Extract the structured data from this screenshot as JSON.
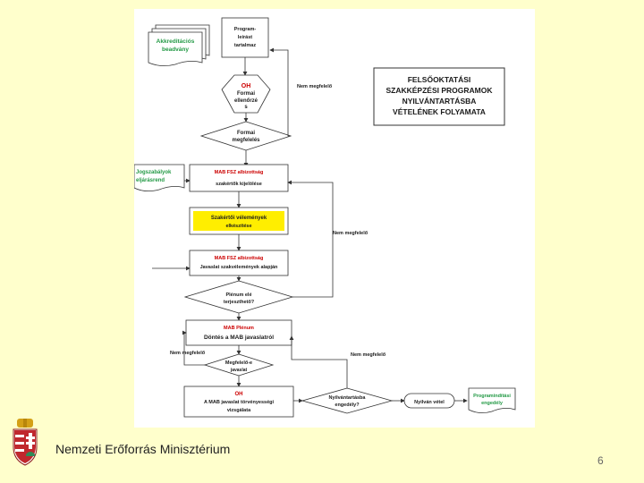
{
  "colors": {
    "slide_bg": "#ffffcc",
    "highlight": "#ffee00",
    "red_text": "#cc0000",
    "green_text": "#229944",
    "blue_text": "#2a6ab0",
    "arrow": "#333333"
  },
  "flow": {
    "title_lines": [
      "FELSŐOKTATÁSI",
      "SZAKKÉPZÉSI PROGRAMOK",
      "NYILVÁNTARTÁSBA",
      "VÉTELÉNEK FOLYAMATA"
    ],
    "akkreditacios": [
      "Akkreditációs",
      "beadvány"
    ],
    "programleiras": [
      "Program-",
      "leírást",
      "tartalmaz"
    ],
    "oh_label": "OH",
    "formai_ellenorzes": [
      "Formai",
      "ellenőrzé",
      "s"
    ],
    "formai_megfeleles": [
      "Formai",
      "megfelelés"
    ],
    "nem_megfelelo_1": "Nem megfelelő",
    "jogszabalyok": [
      "Jogszabályok",
      "eljárásrend"
    ],
    "mab_1_label": "MAB FSZ albizottság",
    "mab_1_text": "szakértők kijelölése",
    "szakertoi_velemenyek": [
      "Szakértői vélemények",
      "elkészítése"
    ],
    "nem_megfelelo_2": "Nem megfelelő",
    "mab_2_label": "MAB FSZ albizottság",
    "mab_2_text": "Javaslat szakvélemények alapján",
    "plenum": [
      "Plénum elé",
      "terjeszthető?"
    ],
    "mab_plenum_label": "MAB Plénum",
    "dontes": "Döntés a MAB javaslatról",
    "nem_megfelelo_3": "Nem megfelelő",
    "nem_megfelelo_4": "Nem megfelelő",
    "megfelelo_e": [
      "Megfelelő-e",
      "javaslat"
    ],
    "oh_2_label": "OH",
    "mab_javaslat": [
      "A MAB javaslat törvényességi",
      "vizsgálata"
    ],
    "nyilvantartasba": [
      "Nyilvántartásba",
      "engedély?"
    ],
    "nyilvan_vetel": "Nyilván vétel",
    "programindítási": [
      "Programindítási",
      "engedély"
    ]
  },
  "footer": {
    "ministry": "Nemzeti Erőforrás Minisztérium",
    "page_number": "6"
  }
}
